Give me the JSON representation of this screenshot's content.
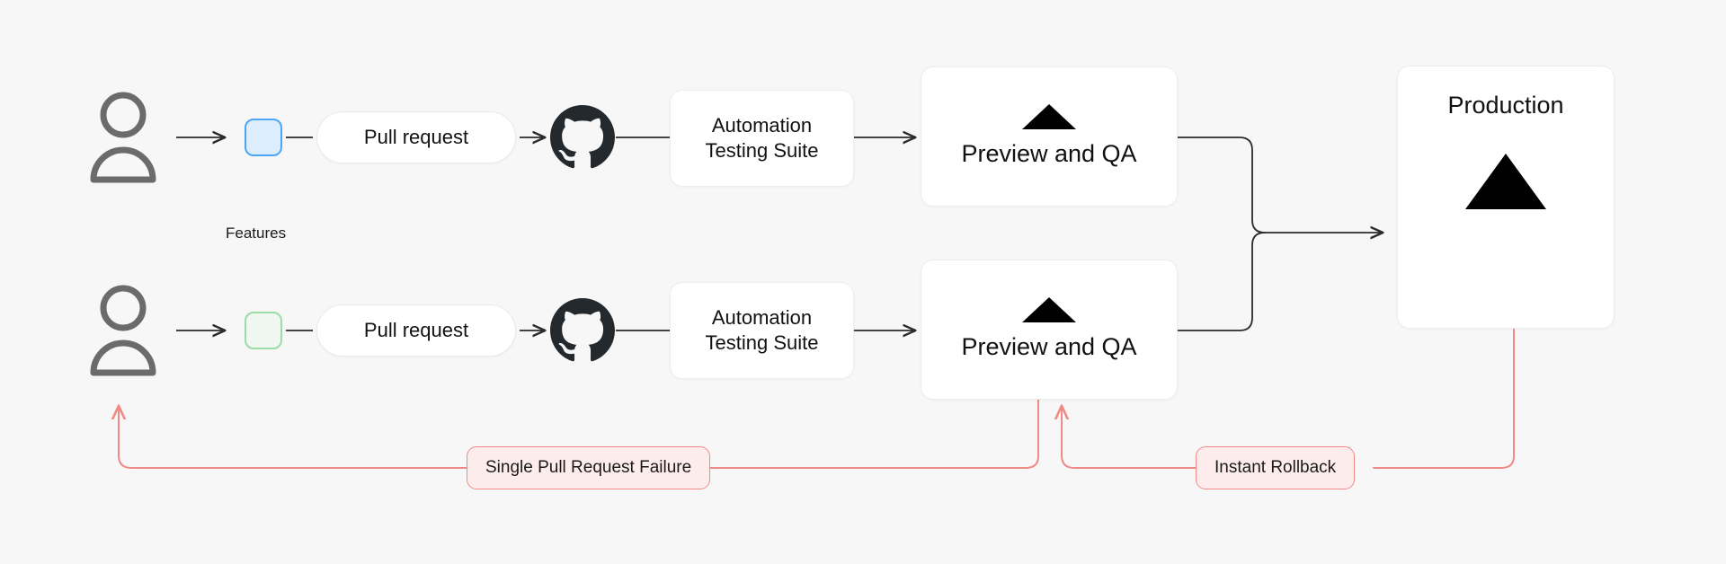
{
  "diagram": {
    "title": "Preview and QA deployment pipeline",
    "background_color": "#F7F7F7",
    "accent_blue": "#4DA6F5",
    "accent_green": "#9BDCA6",
    "accent_red": "#F08A86",
    "line_color": "#2B2B2B"
  },
  "labels": {
    "features": "Features"
  },
  "rows": [
    {
      "id": "row-top",
      "developer_icon": "person-icon",
      "branch_chip_color": "#4DA6F5",
      "pull_request": "Pull request",
      "vcs_icon": "github-icon",
      "testing": {
        "line1": "Automation",
        "line2": "Testing Suite"
      },
      "stage": {
        "icon": "vercel-triangle-icon",
        "label": "Preview and QA"
      }
    },
    {
      "id": "row-bottom",
      "developer_icon": "person-icon",
      "branch_chip_color": "#9BDCA6",
      "pull_request": "Pull request",
      "vcs_icon": "github-icon",
      "testing": {
        "line1": "Automation",
        "line2": "Testing Suite"
      },
      "stage": {
        "icon": "vercel-triangle-icon",
        "label": "Preview and QA"
      }
    }
  ],
  "production": {
    "label": "Production",
    "icon": "vercel-triangle-icon"
  },
  "annotations": [
    {
      "id": "failure",
      "label": "Single Pull Request Failure",
      "color": "#F08A86"
    },
    {
      "id": "rollback",
      "label": "Instant Rollback",
      "color": "#F08A86"
    }
  ]
}
